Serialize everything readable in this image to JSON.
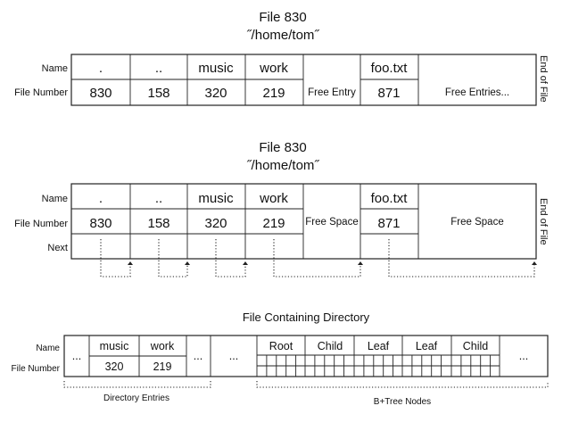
{
  "diagram1": {
    "title": "File 830",
    "subtitle": "˝/home/tom˝",
    "row_labels": {
      "name": "Name",
      "number": "File Number"
    },
    "names": [
      ".",
      "..",
      "music",
      "work",
      "foo.txt"
    ],
    "numbers": [
      "830",
      "158",
      "320",
      "219",
      "871"
    ],
    "free_entry": "Free Entry",
    "free_entries": "Free Entries...",
    "end_label": "End of File"
  },
  "diagram2": {
    "title": "File 830",
    "subtitle": "˝/home/tom˝",
    "row_labels": {
      "name": "Name",
      "number": "File Number",
      "next": "Next"
    },
    "names": [
      ".",
      "..",
      "music",
      "work",
      "foo.txt"
    ],
    "numbers": [
      "830",
      "158",
      "320",
      "219",
      "871"
    ],
    "free_space_a": "Free Space",
    "free_space_b": "Free Space",
    "end_label": "End of File"
  },
  "diagram3": {
    "title": "File Containing Directory",
    "row_labels": {
      "name": "Name",
      "number": "File Number"
    },
    "ellipsis": "...",
    "names": [
      "music",
      "work"
    ],
    "numbers": [
      "320",
      "219"
    ],
    "nodes": [
      "Root",
      "Child",
      "Leaf",
      "Leaf",
      "Child"
    ],
    "caption_entries": "Directory Entries",
    "caption_nodes": "B+Tree Nodes"
  }
}
